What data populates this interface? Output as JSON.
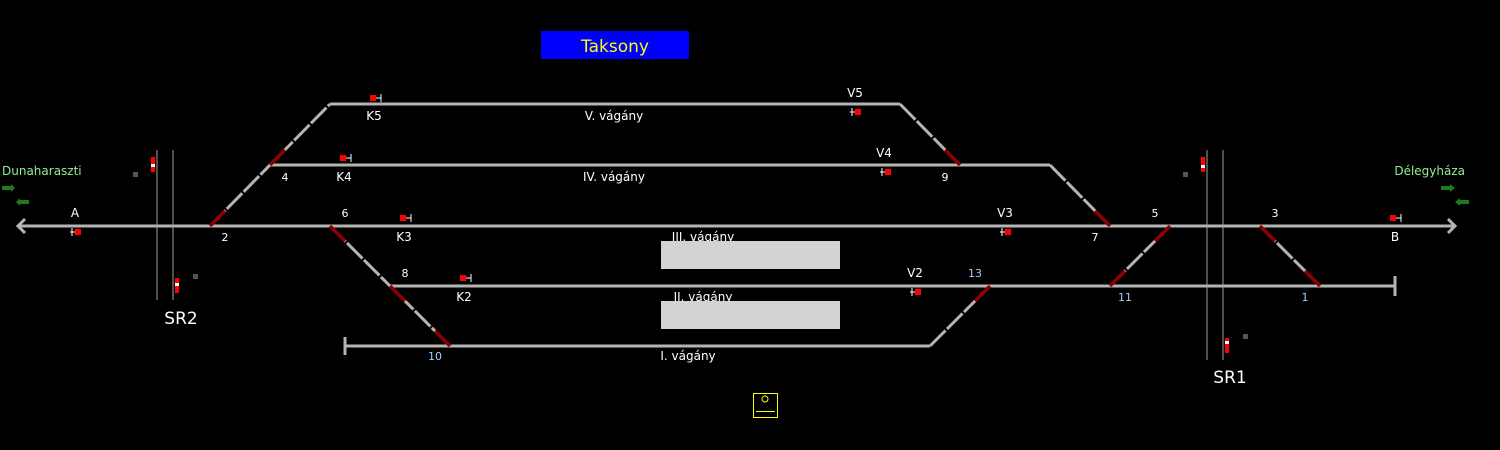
{
  "title": "Taksony",
  "colors": {
    "background": "#000000",
    "track": "#b4b4b4",
    "switch": "#8b0000",
    "signal": "#ff0000",
    "title_bg": "#0000ff",
    "title_text": "#ffff00",
    "direction": "#90ee90"
  },
  "directions": {
    "left": "Dunaharaszti",
    "right": "Délegyháza"
  },
  "ends": {
    "left": "A",
    "right": "B"
  },
  "tracks": [
    "V. vágány",
    "IV. vágány",
    "III. vágány",
    "II. vágány",
    "I. vágány"
  ],
  "signals": {
    "K5": "K5",
    "K4": "K4",
    "K3": "K3",
    "K2": "K2",
    "V5": "V5",
    "V4": "V4",
    "V3": "V3",
    "V2": "V2"
  },
  "points": {
    "p1": "1",
    "p2": "2",
    "p3": "3",
    "p4": "4",
    "p5": "5",
    "p6": "6",
    "p7": "7",
    "p8": "8",
    "p9": "9",
    "p10": "10",
    "p11": "11",
    "p13": "13"
  },
  "crossings": {
    "sr1": "SR1",
    "sr2": "SR2"
  }
}
